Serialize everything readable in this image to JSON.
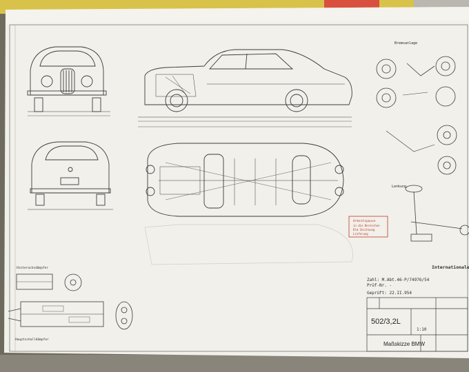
{
  "blueprint": {
    "drawing_number": "502/3,2L",
    "title": "Maßskizze BMW",
    "scale": "1:10",
    "approval_line_1": "Zahl: M.Abt.46-P/7497б/54",
    "approval_line_2": "Prüf-Nr. -",
    "approval_date": "Geprüft: 22.II.954",
    "stamp_lines": [
      "Arbeitspause",
      "in die Bereichen",
      "Klm Zeichnung",
      "Lieferung"
    ],
    "label_lenkung": "Lenkung",
    "label_bremsanlage": "Bremsanlage",
    "label_hinterachsdaempfer": "Hinterachsdämpfer",
    "label_hauptschalldaempfer": "Hauptschalldämpfer",
    "company": "Internationales"
  },
  "colors": {
    "paper": "#f1f0ea",
    "line": "#3a3a3a",
    "stamp": "#c0392b",
    "background_top": "#e8cf3a",
    "background_red": "#d64a3a"
  }
}
